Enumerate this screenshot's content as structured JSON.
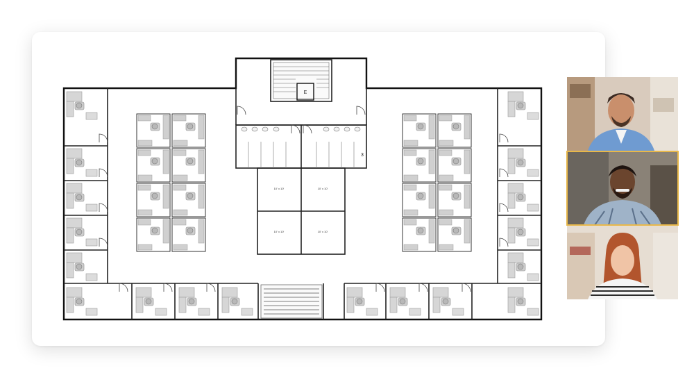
{
  "floorplan": {
    "elevator_label": "E",
    "restroom_label": "3",
    "meeting_rooms": [
      "10' x 10'",
      "10' x 10'",
      "10' x 10'",
      "10' x 10'"
    ]
  },
  "participants": [
    {
      "role": "participant",
      "highlighted": false
    },
    {
      "role": "participant",
      "highlighted": true
    },
    {
      "role": "participant",
      "highlighted": false
    }
  ],
  "colors": {
    "active_speaker": "#e8b84a",
    "wall": "#111111",
    "furniture": "#c8c8c8"
  }
}
